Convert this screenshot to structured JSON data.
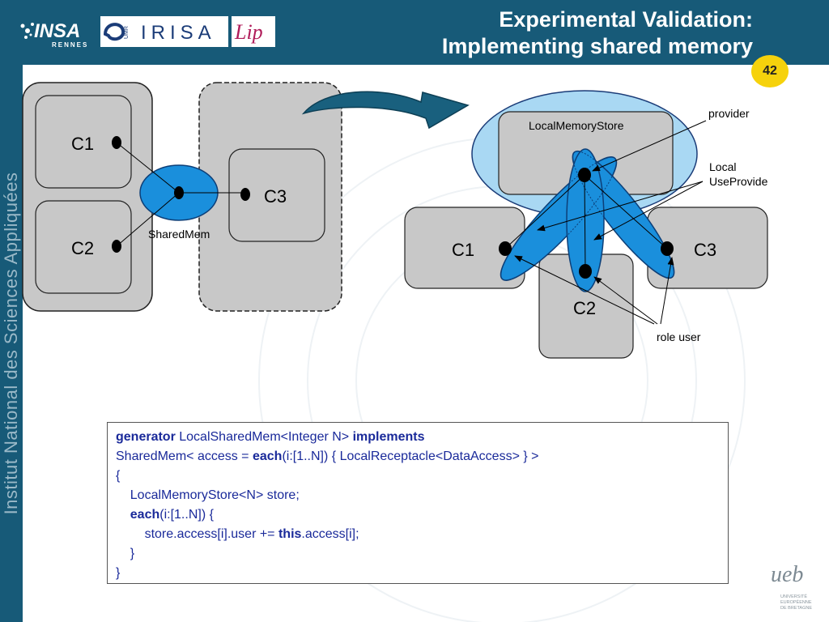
{
  "header": {
    "title_line1": "Experimental Validation:",
    "title_line2": "Implementing shared memory",
    "slide_number": "42"
  },
  "logos": {
    "insa": "INSA",
    "insa_sub": "RENNES",
    "irisa": "IRISA",
    "umr": "UMR",
    "lip": "Lip",
    "ueb": "ueb",
    "ueb_sub": [
      "UNIVERSITÉ",
      "EUROPÉENNE",
      "DE BRETAGNE"
    ]
  },
  "sidebar": {
    "text": "Institut National des Sciences Appliquées"
  },
  "diagram_left": {
    "components": [
      "C1",
      "C2",
      "C3"
    ],
    "connector": "SharedMem"
  },
  "diagram_right": {
    "store": "LocalMemoryStore",
    "components": [
      "C1",
      "C2",
      "C3"
    ],
    "annotations": {
      "provider": "provider",
      "local_line1": "Local",
      "local_line2": "UseProvide",
      "role_user": "role user"
    }
  },
  "code": {
    "lines": [
      [
        {
          "t": "generator",
          "b": true
        },
        {
          "t": " LocalSharedMem<Integer N> "
        },
        {
          "t": "implements",
          "b": true
        }
      ],
      [
        {
          "t": "SharedMem< access = "
        },
        {
          "t": "each",
          "b": true
        },
        {
          "t": "(i:[1..N]) { LocalReceptacle<DataAccess> } >"
        }
      ],
      [
        {
          "t": "{"
        }
      ],
      [
        {
          "t": "    LocalMemoryStore<N> store;"
        }
      ],
      [
        {
          "t": "    "
        },
        {
          "t": "each",
          "b": true
        },
        {
          "t": "(i:[1..N]) {"
        }
      ],
      [
        {
          "t": "        store.access[i].user += "
        },
        {
          "t": "this",
          "b": true
        },
        {
          "t": ".access[i];"
        }
      ],
      [
        {
          "t": "    }"
        }
      ],
      [
        {
          "t": "}"
        }
      ]
    ]
  }
}
